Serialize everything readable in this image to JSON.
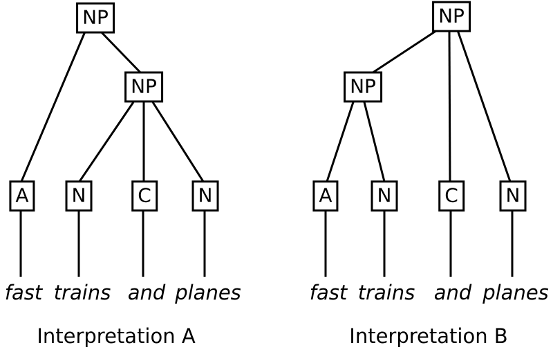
{
  "diagram": {
    "phrase": "fast trains and planes",
    "colors": {
      "stroke": "#000000",
      "background": "#ffffff"
    },
    "interpretation_a": {
      "caption": "Interpretation A",
      "root_label": "NP",
      "inner_label": "NP",
      "leaves": [
        {
          "label": "A",
          "word": "fast"
        },
        {
          "label": "N",
          "word": "trains"
        },
        {
          "label": "C",
          "word": "and"
        },
        {
          "label": "N",
          "word": "planes"
        }
      ],
      "structure_note": "root NP dominates A and inner NP; inner NP dominates N, C, N"
    },
    "interpretation_b": {
      "caption": "Interpretation B",
      "root_label": "NP",
      "inner_label": "NP",
      "leaves": [
        {
          "label": "A",
          "word": "fast"
        },
        {
          "label": "N",
          "word": "trains"
        },
        {
          "label": "C",
          "word": "and"
        },
        {
          "label": "N",
          "word": "planes"
        }
      ],
      "structure_note": "root NP dominates inner NP, C and N; inner NP dominates A and N"
    }
  }
}
